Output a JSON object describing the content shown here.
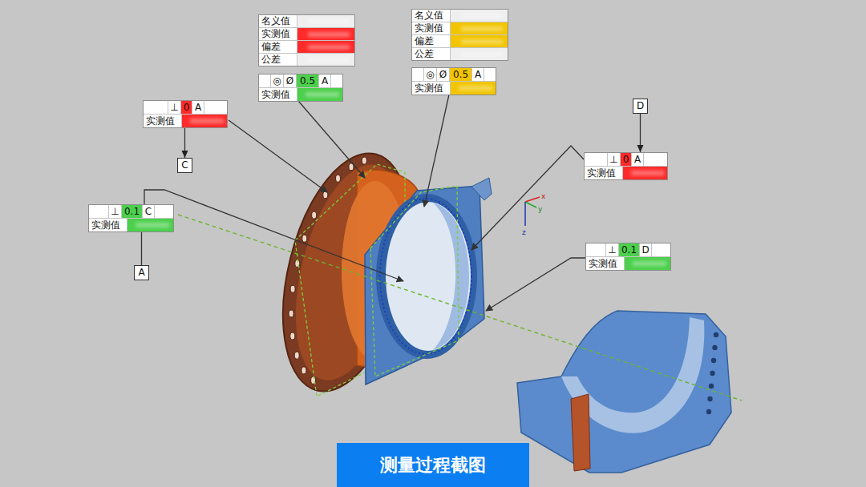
{
  "diagram": {
    "caption": "测量过程截图",
    "nodes": [
      {
        "text": [
          "名义值",
          "实测值",
          "偏差",
          "公差"
        ]
      },
      {
        "text": [
          "◎",
          "Ø",
          "0.5",
          "A",
          "实测值"
        ]
      },
      {
        "text": [
          "名义值",
          "实测值",
          "偏差",
          "公差"
        ]
      },
      {
        "text": [
          "◎",
          "Ø",
          "0.5",
          "A",
          "实测值"
        ]
      },
      {
        "text": [
          "⊥",
          "0",
          "A",
          "实测值"
        ]
      },
      {
        "text": [
          "C"
        ]
      },
      {
        "text": [
          "⊥",
          "0.1",
          "C",
          "实测值"
        ]
      },
      {
        "text": [
          "A"
        ]
      },
      {
        "text": [
          "D"
        ]
      },
      {
        "text": [
          "⊥",
          "0",
          "A",
          "实测值"
        ]
      },
      {
        "text": [
          "⊥",
          "0.1",
          "D",
          "实测值"
        ]
      }
    ],
    "edges": [
      {
        "from": 4,
        "to": 5,
        "arrow": "to"
      },
      {
        "from": 6,
        "to": 7,
        "arrow": "none"
      },
      {
        "from": 8,
        "to": 9,
        "arrow": "to"
      }
    ],
    "labels": [
      "x",
      "y",
      "z"
    ]
  }
}
